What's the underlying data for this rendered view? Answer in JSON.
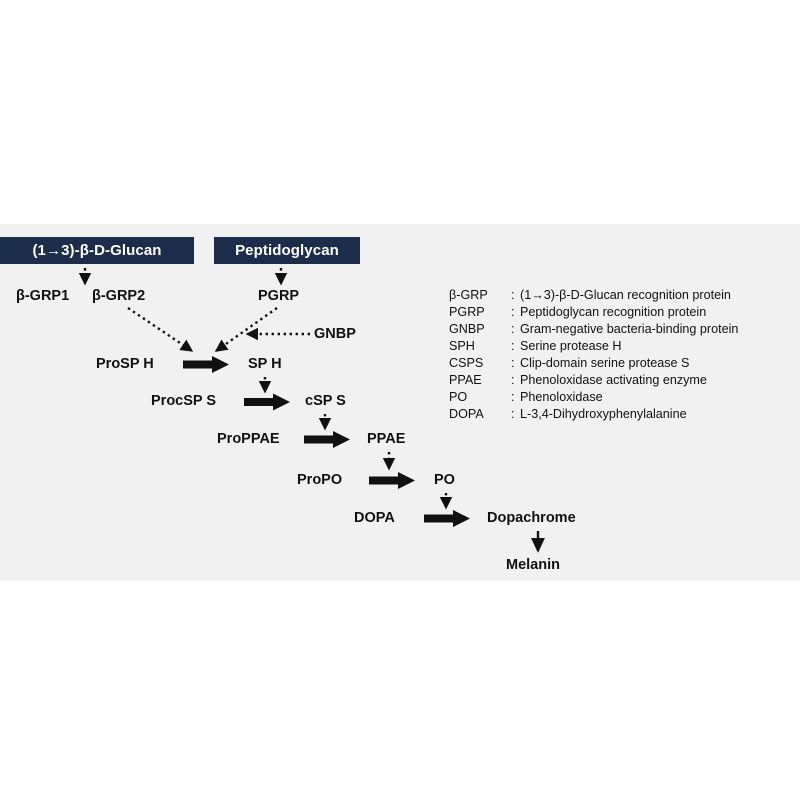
{
  "figure": {
    "panel_bg": "#f1f1f1",
    "box_color": "#1b2d4a",
    "text_color": "#111111"
  },
  "sources": [
    {
      "label": "(1→3)-β-D-Glucan",
      "name": "glucan"
    },
    {
      "label": "Peptidoglycan",
      "name": "peptidoglycan"
    }
  ],
  "recognition": [
    {
      "label": "β-GRP1"
    },
    {
      "label": "β-GRP2"
    },
    {
      "label": "PGRP"
    },
    {
      "label": "GNBP"
    }
  ],
  "cascade": [
    {
      "from": "ProSP H",
      "to": "SP H",
      "activator": "β-GRP2 / PGRP / GNBP"
    },
    {
      "from": "ProcSP S",
      "to": "cSP S",
      "activator": "SP H"
    },
    {
      "from": "ProPPAE",
      "to": "PPAE",
      "activator": "cSP S"
    },
    {
      "from": "ProPO",
      "to": "PO",
      "activator": "PPAE"
    },
    {
      "from": "DOPA",
      "to": "Dopachrome",
      "activator": "PO"
    }
  ],
  "product": {
    "label": "Melanin"
  },
  "legend": {
    "rows": [
      {
        "abbr": "β-GRP",
        "colon": ":",
        "definition": "(1→3)-β-D-Glucan recognition protein"
      },
      {
        "abbr": "PGRP",
        "colon": ":",
        "definition": "Peptidoglycan recognition protein"
      },
      {
        "abbr": "GNBP",
        "colon": ":",
        "definition": "Gram-negative bacteria-binding protein"
      },
      {
        "abbr": "SPH",
        "colon": ":",
        "definition": "Serine protease H"
      },
      {
        "abbr": "CSPS",
        "colon": ":",
        "definition": "Clip-domain serine protease S"
      },
      {
        "abbr": "PPAE",
        "colon": ":",
        "definition": "Phenoloxidase activating enzyme"
      },
      {
        "abbr": "PO",
        "colon": ":",
        "definition": "Phenoloxidase"
      },
      {
        "abbr": "DOPA",
        "colon": ":",
        "definition": "L-3,4-Dihydroxyphenylalanine"
      }
    ]
  }
}
